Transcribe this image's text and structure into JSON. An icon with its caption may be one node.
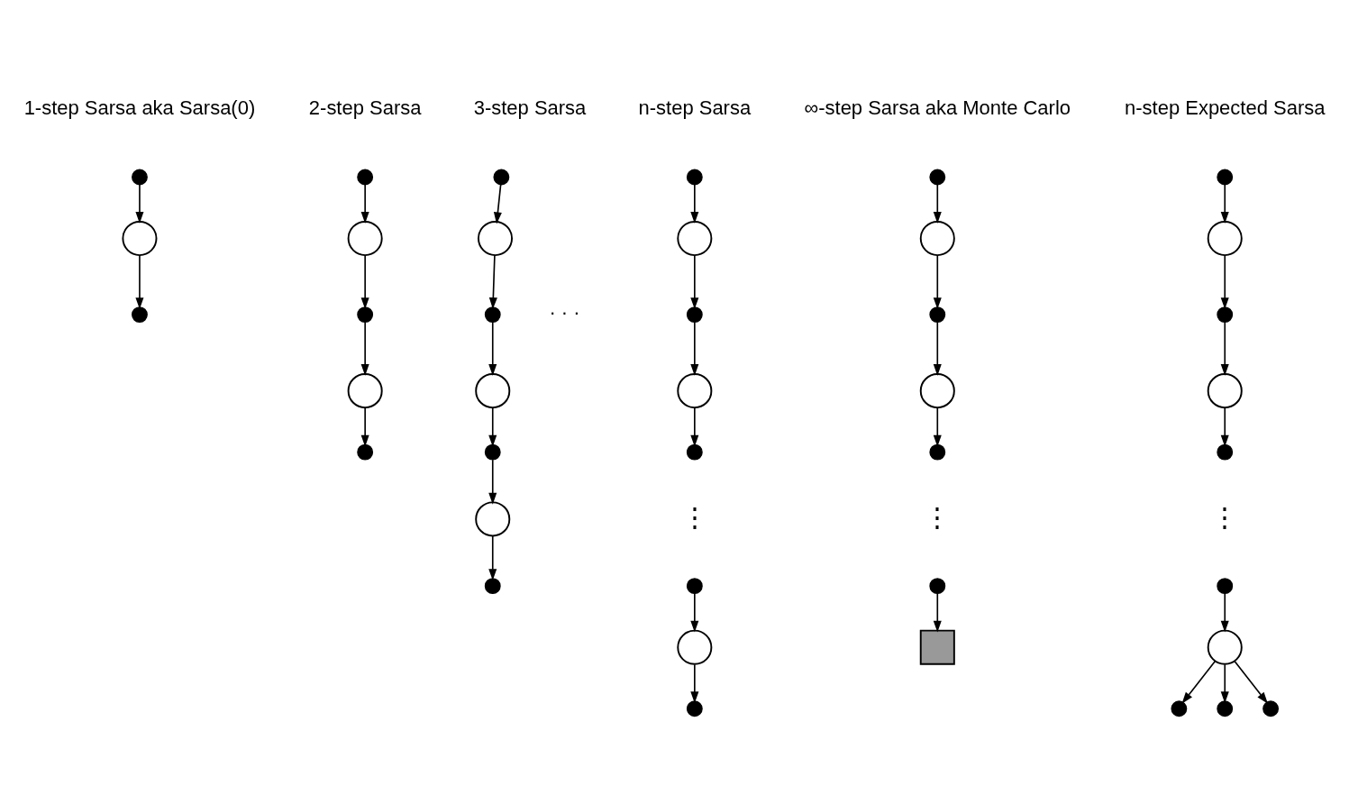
{
  "diagram": {
    "nodes": [
      {
        "text": [],
        "shape": "dot"
      },
      {
        "text": [],
        "shape": "circle"
      },
      {
        "text": [],
        "shape": "dot"
      },
      {
        "text": [],
        "shape": "dot"
      },
      {
        "text": [],
        "shape": "circle"
      },
      {
        "text": [],
        "shape": "dot"
      },
      {
        "text": [],
        "shape": "circle"
      },
      {
        "text": [],
        "shape": "dot"
      },
      {
        "text": [],
        "shape": "dot"
      },
      {
        "text": [],
        "shape": "circle"
      },
      {
        "text": [],
        "shape": "dot"
      },
      {
        "text": [],
        "shape": "circle"
      },
      {
        "text": [],
        "shape": "dot"
      },
      {
        "text": [],
        "shape": "circle"
      },
      {
        "text": [],
        "shape": "dot"
      },
      {
        "text": [],
        "shape": "dot"
      },
      {
        "text": [],
        "shape": "circle"
      },
      {
        "text": [],
        "shape": "dot"
      },
      {
        "text": [],
        "shape": "circle"
      },
      {
        "text": [],
        "shape": "dot"
      },
      {
        "text": [],
        "shape": "dot"
      },
      {
        "text": [],
        "shape": "circle"
      },
      {
        "text": [],
        "shape": "dot"
      },
      {
        "text": [],
        "shape": "dot"
      },
      {
        "text": [],
        "shape": "circle"
      },
      {
        "text": [],
        "shape": "dot"
      },
      {
        "text": [],
        "shape": "circle"
      },
      {
        "text": [],
        "shape": "dot"
      },
      {
        "text": [],
        "shape": "dot"
      },
      {
        "text": [],
        "shape": "box"
      },
      {
        "text": [],
        "shape": "dot"
      },
      {
        "text": [],
        "shape": "circle"
      },
      {
        "text": [],
        "shape": "dot"
      },
      {
        "text": [],
        "shape": "circle"
      },
      {
        "text": [],
        "shape": "dot"
      },
      {
        "text": [],
        "shape": "dot"
      },
      {
        "text": [],
        "shape": "circle"
      },
      {
        "text": [],
        "shape": "dot"
      },
      {
        "text": [],
        "shape": "dot"
      },
      {
        "text": [],
        "shape": "dot"
      }
    ],
    "edges": [
      {
        "from": 0,
        "to": 1,
        "arrow": "to"
      },
      {
        "from": 1,
        "to": 2,
        "arrow": "to"
      },
      {
        "from": 3,
        "to": 4,
        "arrow": "to"
      },
      {
        "from": 4,
        "to": 5,
        "arrow": "to"
      },
      {
        "from": 5,
        "to": 6,
        "arrow": "to"
      },
      {
        "from": 6,
        "to": 7,
        "arrow": "to"
      },
      {
        "from": 8,
        "to": 9,
        "arrow": "to"
      },
      {
        "from": 9,
        "to": 10,
        "arrow": "to"
      },
      {
        "from": 10,
        "to": 11,
        "arrow": "to"
      },
      {
        "from": 11,
        "to": 12,
        "arrow": "to"
      },
      {
        "from": 12,
        "to": 13,
        "arrow": "to"
      },
      {
        "from": 13,
        "to": 14,
        "arrow": "to"
      },
      {
        "from": 15,
        "to": 16,
        "arrow": "to"
      },
      {
        "from": 16,
        "to": 17,
        "arrow": "to"
      },
      {
        "from": 17,
        "to": 18,
        "arrow": "to"
      },
      {
        "from": 18,
        "to": 19,
        "arrow": "to"
      },
      {
        "from": 20,
        "to": 21,
        "arrow": "to"
      },
      {
        "from": 21,
        "to": 22,
        "arrow": "to"
      },
      {
        "from": 23,
        "to": 24,
        "arrow": "to"
      },
      {
        "from": 24,
        "to": 25,
        "arrow": "to"
      },
      {
        "from": 25,
        "to": 26,
        "arrow": "to"
      },
      {
        "from": 26,
        "to": 27,
        "arrow": "to"
      },
      {
        "from": 28,
        "to": 29,
        "arrow": "to"
      },
      {
        "from": 30,
        "to": 31,
        "arrow": "to"
      },
      {
        "from": 31,
        "to": 32,
        "arrow": "to"
      },
      {
        "from": 32,
        "to": 33,
        "arrow": "to"
      },
      {
        "from": 33,
        "to": 34,
        "arrow": "to"
      },
      {
        "from": 35,
        "to": 36,
        "arrow": "to"
      },
      {
        "from": 36,
        "to": 37,
        "arrow": "to"
      },
      {
        "from": 36,
        "to": 38,
        "arrow": "to"
      },
      {
        "from": 36,
        "to": 39,
        "arrow": "to"
      }
    ],
    "labels": [
      "1-step Sarsa aka Sarsa(0)",
      "2-step Sarsa",
      "3-step Sarsa",
      "n-step Sarsa",
      "∞-step Sarsa aka Monte Carlo",
      "n-step Expected Sarsa",
      "· · ·",
      "⋮",
      "⋮",
      "⋮"
    ]
  }
}
